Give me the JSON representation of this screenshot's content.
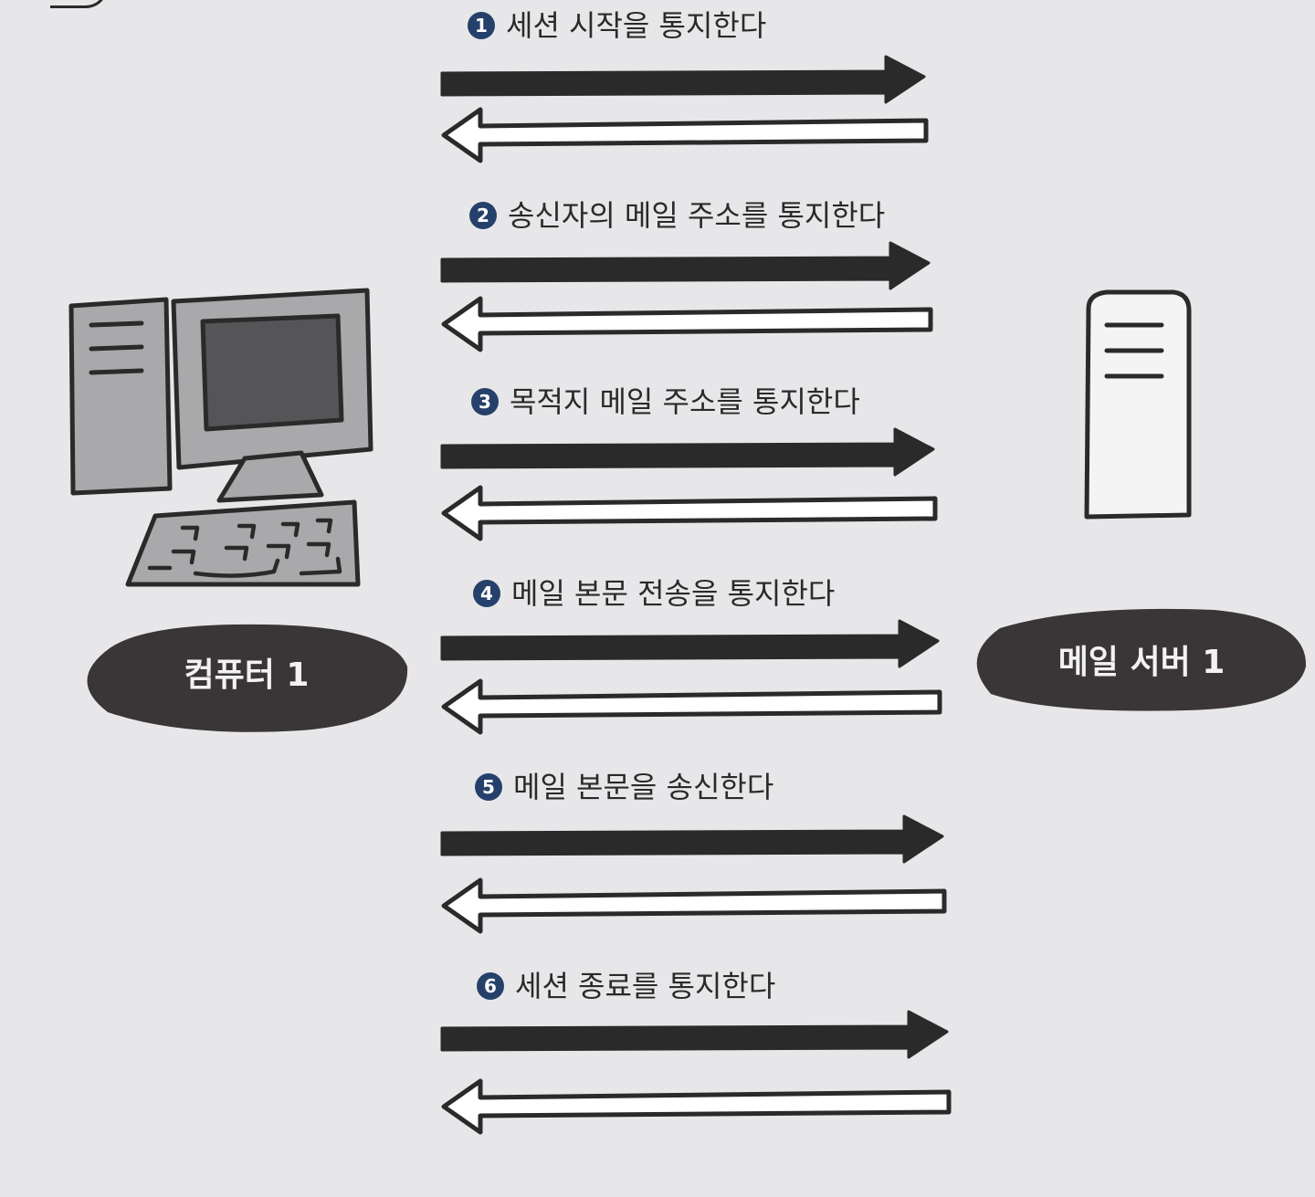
{
  "nodes": {
    "client": {
      "label": "컴퓨터 1"
    },
    "server": {
      "label": "메일 서버 1"
    }
  },
  "steps": [
    {
      "number": "1",
      "label": "세션 시작을 통지한다"
    },
    {
      "number": "2",
      "label": "송신자의 메일 주소를 통지한다"
    },
    {
      "number": "3",
      "label": "목적지 메일 주소를 통지한다"
    },
    {
      "number": "4",
      "label": "메일 본문 전송을 통지한다"
    },
    {
      "number": "5",
      "label": "메일 본문을 송신한다"
    },
    {
      "number": "6",
      "label": "세션 종료를 통지한다"
    }
  ],
  "colors": {
    "background": "#e7e7e9",
    "ink": "#2a2a2a",
    "device_gray": "#a9a9ab",
    "screen_dark": "#555558",
    "badge_blue": "#25416b",
    "label_fill": "#3a3537"
  }
}
